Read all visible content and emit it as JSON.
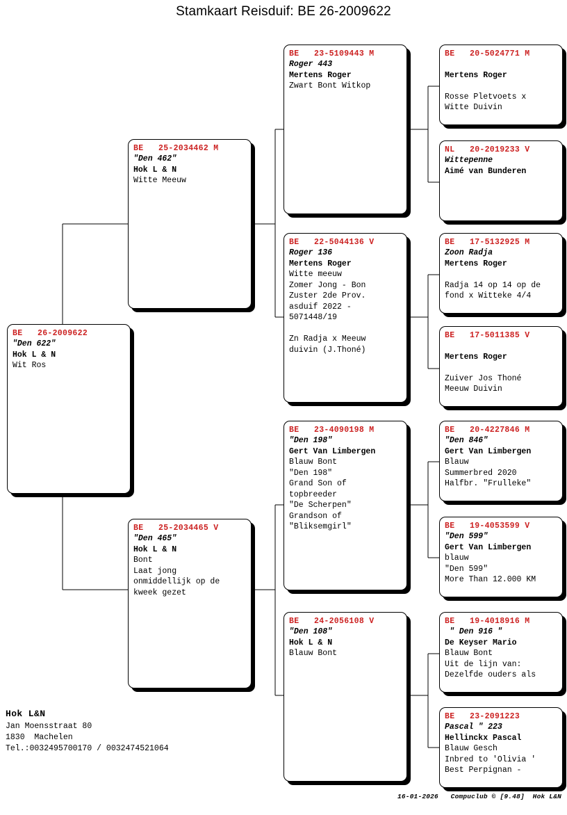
{
  "title": "Stamkaart Reisduif: BE  26-2009622",
  "colors": {
    "ring_red": "#cc2222",
    "text_black": "#000000",
    "background": "#ffffff"
  },
  "subject": {
    "ring": "BE   26-2009622",
    "name": "\"Den 622\"",
    "breeder": "Hok L & N",
    "notes": "Wit Ros"
  },
  "parents": [
    {
      "ring": "BE   25-2034462 M",
      "name": "\"Den 462\"",
      "breeder": "Hok L & N",
      "notes": "Witte Meeuw"
    },
    {
      "ring": "BE   25-2034465 V",
      "name": "\"Den 465\"",
      "breeder": "Hok L & N",
      "notes": "Bont\nLaat jong\nonmiddellijk op de\nkweek gezet"
    }
  ],
  "grandparents": [
    {
      "ring": "BE   23-5109443 M",
      "name": "Roger 443",
      "breeder": "Mertens Roger",
      "notes": "Zwart Bont Witkop"
    },
    {
      "ring": "BE   22-5044136 V",
      "name": "Roger 136",
      "breeder": "Mertens Roger",
      "notes": "Witte meeuw\nZomer Jong - Bon\nZuster 2de Prov.\nasduif 2022 -\n5071448/19\n\nZn Radja x Meeuw\nduivin (J.Thoné)"
    },
    {
      "ring": "BE   23-4090198 M",
      "name": "\"Den 198\"",
      "breeder": "Gert Van Limbergen",
      "notes": "Blauw Bont\n\"Den 198\"\nGrand Son of\ntopbreeder\n\"De Scherpen\"\nGrandson of\n\"Bliksemgirl\""
    },
    {
      "ring": "BE   24-2056108 V",
      "name": "\"Den 108\"",
      "breeder": "Hok L & N",
      "notes": "Blauw Bont"
    }
  ],
  "greatgrandparents": [
    {
      "ring": "BE   20-5024771 M",
      "name": "",
      "breeder": "Mertens Roger",
      "notes": "\nRosse Pletvoets x\nWitte Duivin"
    },
    {
      "ring": "NL   20-2019233 V",
      "name": "Wittepenne",
      "breeder": "Aimé van Bunderen",
      "notes": ""
    },
    {
      "ring": "BE   17-5132925 M",
      "name": "Zoon Radja",
      "breeder": "Mertens Roger",
      "notes": "\nRadja 14 op 14 op de\nfond x Witteke 4/4"
    },
    {
      "ring": "BE   17-5011385 V",
      "name": "",
      "breeder": "Mertens Roger",
      "notes": "\nZuiver Jos Thoné\nMeeuw Duivin"
    },
    {
      "ring": "BE   20-4227846 M",
      "name": "\"Den 846\"",
      "breeder": "Gert Van Limbergen",
      "notes": "Blauw\nSummerbred 2020\nHalfbr. \"Frulleke\""
    },
    {
      "ring": "BE   19-4053599 V",
      "name": "\"Den 599\"",
      "breeder": "Gert Van Limbergen",
      "notes": "blauw\n\"Den 599\"\nMore Than 12.000 KM"
    },
    {
      "ring": "BE   19-4018916 M",
      "name": " \" Den 916 \"",
      "breeder": "De Keyser Mario",
      "notes": "Blauw Bont\nUit de lijn van:\nDezelfde ouders als"
    },
    {
      "ring": "BE   23-2091223",
      "name": "Pascal \" 223",
      "breeder": "Hellinckx Pascal",
      "notes": "Blauw Gesch\nInbred to 'Olivia '\nBest Perpignan -"
    }
  ],
  "loft": {
    "name": "Hok L&N",
    "address_line1": "Jan Moensstraat 80",
    "address_line2": "1830  Machelen",
    "phone": "Tel.:0032495700170 / 0032474521064"
  },
  "footer": {
    "meta": "16-01-2026   Compuclub © [9.48]  Hok L&N"
  }
}
